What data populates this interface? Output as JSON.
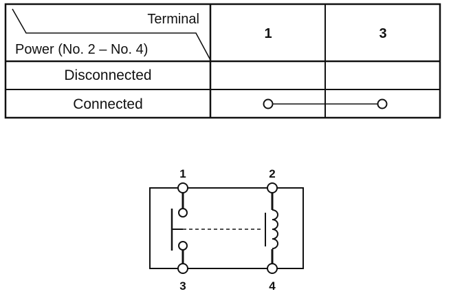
{
  "table": {
    "header_top": "Terminal",
    "header_bottom": "Power (No. 2 – No. 4)",
    "columns": [
      "1",
      "3"
    ],
    "rows": [
      {
        "label": "Disconnected",
        "continuity": false
      },
      {
        "label": "Connected",
        "continuity": true
      }
    ]
  },
  "relay": {
    "pins": {
      "p1": "1",
      "p2": "2",
      "p3": "3",
      "p4": "4"
    }
  }
}
